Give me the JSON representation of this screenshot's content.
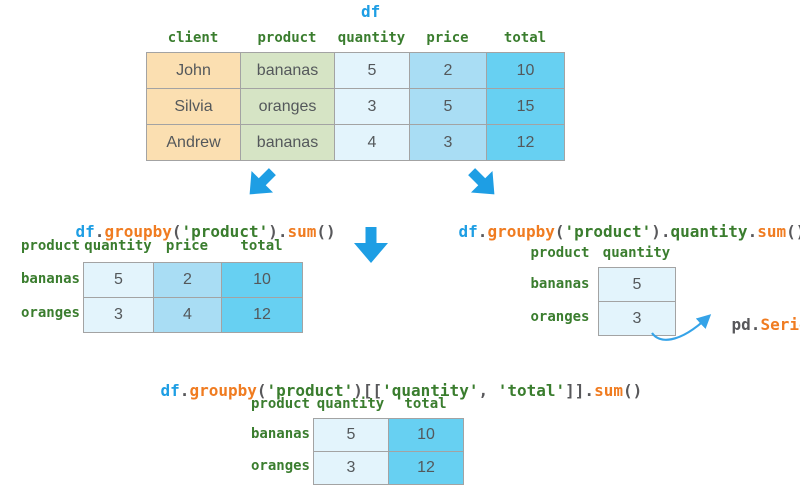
{
  "palette": {
    "accent_blue": "#1e9ee4",
    "accent_orange": "#f07c21",
    "accent_green": "#3a7d2e",
    "code_plain": "#58585b",
    "cell_peach": "#fbdfb1",
    "cell_green": "#d6e4c5",
    "cell_pale_blue": "#e3f4fc",
    "cell_mid_blue": "#a9ddf4",
    "cell_cyan": "#67d0f2",
    "table_border": "#a3a3a3"
  },
  "icons": {
    "down_left_arrow": "↙",
    "down_right_arrow": "↘",
    "down_arrow": "↓",
    "curved_arrow": "↗"
  },
  "title": {
    "text": "df"
  },
  "tables": {
    "df": {
      "columns": [
        "client",
        "product",
        "quantity",
        "price",
        "total"
      ],
      "rows": [
        [
          "John",
          "bananas",
          "5",
          "2",
          "10"
        ],
        [
          "Silvia",
          "oranges",
          "3",
          "5",
          "15"
        ],
        [
          "Andrew",
          "bananas",
          "4",
          "3",
          "12"
        ]
      ]
    },
    "sum_all": {
      "columns": [
        "product",
        "quantity",
        "price",
        "total"
      ],
      "index": [
        "bananas",
        "oranges"
      ],
      "rows": [
        [
          "5",
          "2",
          "10"
        ],
        [
          "3",
          "4",
          "12"
        ]
      ]
    },
    "sum_quantity": {
      "columns": [
        "product",
        "quantity"
      ],
      "index": [
        "bananas",
        "oranges"
      ],
      "rows": [
        [
          "5"
        ],
        [
          "3"
        ]
      ]
    },
    "sum_selected": {
      "columns": [
        "product",
        "quantity",
        "total"
      ],
      "index": [
        "bananas",
        "oranges"
      ],
      "rows": [
        [
          "5",
          "10"
        ],
        [
          "3",
          "12"
        ]
      ]
    }
  },
  "code": {
    "groupby_sum": [
      {
        "t": "df",
        "c": "blue"
      },
      {
        "t": ".",
        "c": "plain"
      },
      {
        "t": "groupby",
        "c": "orange"
      },
      {
        "t": "(",
        "c": "plain"
      },
      {
        "t": "'product'",
        "c": "green"
      },
      {
        "t": ")",
        "c": "plain"
      },
      {
        "t": ".",
        "c": "plain"
      },
      {
        "t": "sum",
        "c": "orange"
      },
      {
        "t": "()",
        "c": "plain"
      }
    ],
    "groupby_quantity_sum": [
      {
        "t": "df",
        "c": "blue"
      },
      {
        "t": ".",
        "c": "plain"
      },
      {
        "t": "groupby",
        "c": "orange"
      },
      {
        "t": "(",
        "c": "plain"
      },
      {
        "t": "'product'",
        "c": "green"
      },
      {
        "t": ")",
        "c": "plain"
      },
      {
        "t": ".",
        "c": "plain"
      },
      {
        "t": "quantity",
        "c": "green"
      },
      {
        "t": ".",
        "c": "plain"
      },
      {
        "t": "sum",
        "c": "orange"
      },
      {
        "t": "()",
        "c": "plain"
      }
    ],
    "groupby_selected_sum": [
      {
        "t": "df",
        "c": "blue"
      },
      {
        "t": ".",
        "c": "plain"
      },
      {
        "t": "groupby",
        "c": "orange"
      },
      {
        "t": "(",
        "c": "plain"
      },
      {
        "t": "'product'",
        "c": "green"
      },
      {
        "t": ")[[",
        "c": "plain"
      },
      {
        "t": "'quantity'",
        "c": "green"
      },
      {
        "t": ", ",
        "c": "plain"
      },
      {
        "t": "'total'",
        "c": "green"
      },
      {
        "t": "]]",
        "c": "plain"
      },
      {
        "t": ".",
        "c": "plain"
      },
      {
        "t": "sum",
        "c": "orange"
      },
      {
        "t": "()",
        "c": "plain"
      }
    ],
    "pd_series": [
      {
        "t": "pd",
        "c": "plain"
      },
      {
        "t": ".",
        "c": "plain"
      },
      {
        "t": "Series",
        "c": "orange"
      },
      {
        "t": "()",
        "c": "plain"
      }
    ]
  }
}
